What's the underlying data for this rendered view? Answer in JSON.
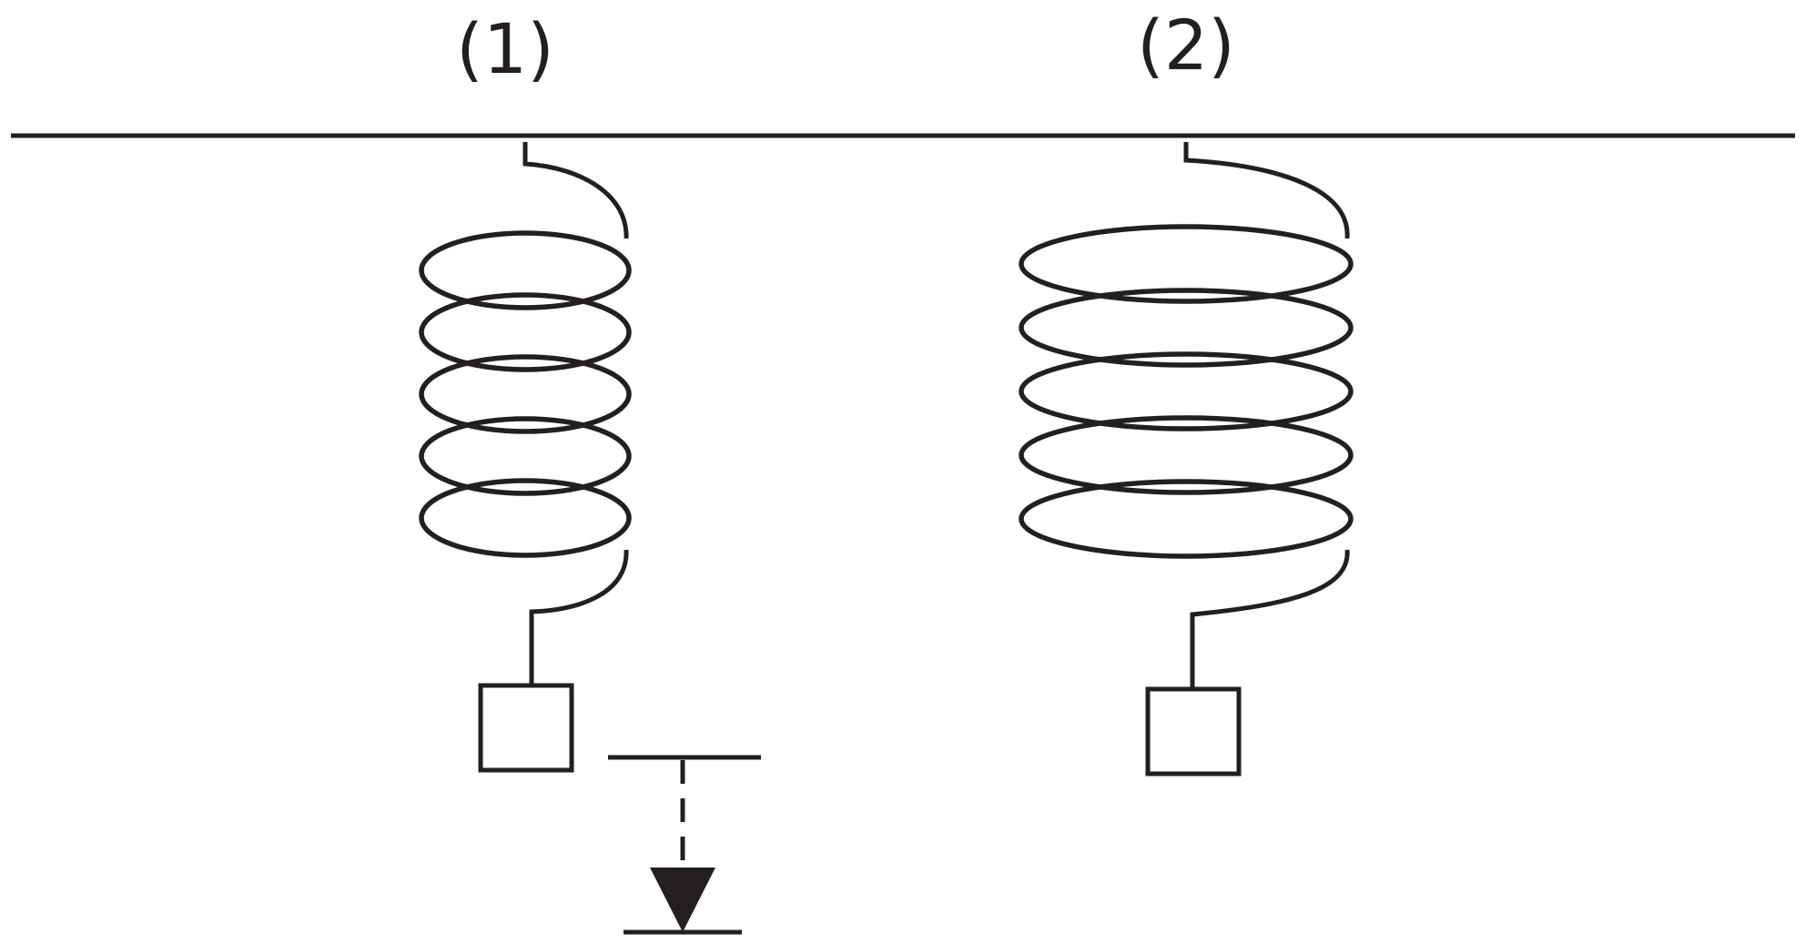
{
  "labels": {
    "spring_1": "(1)",
    "spring_2": "(2)"
  },
  "colors": {
    "ink": "#231f20",
    "background": "#ffffff"
  },
  "springs": [
    {
      "id": "spring-1",
      "turns": 5
    },
    {
      "id": "spring-2",
      "turns": 5
    }
  ]
}
